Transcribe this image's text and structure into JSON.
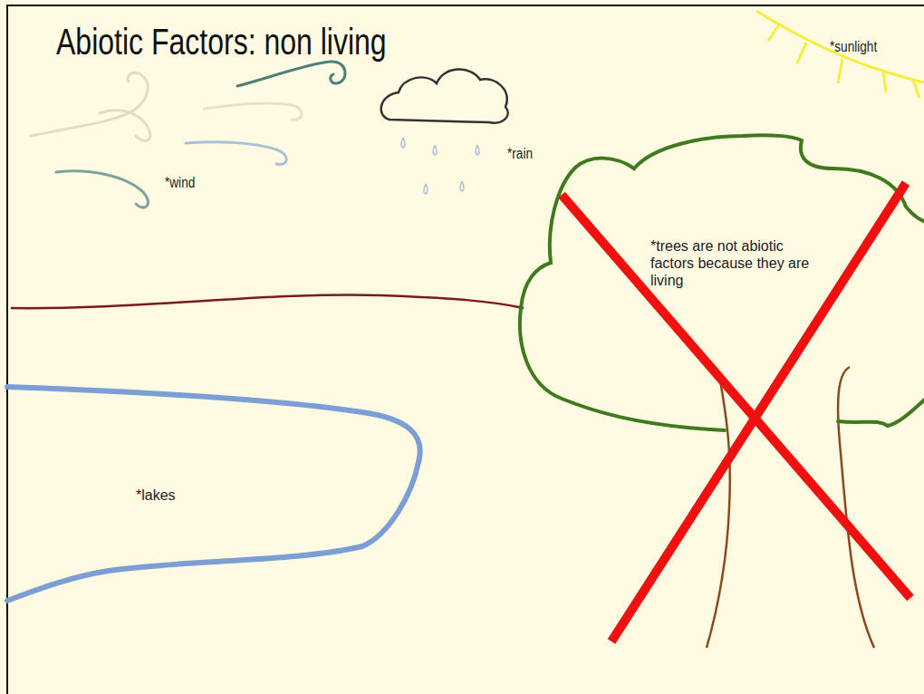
{
  "diagram": {
    "title": "Abiotic Factors: non living",
    "nodes": [
      {
        "text": [
          "*lakes"
        ]
      },
      {
        "text": [
          "*trees are not abiotic factors because they are living"
        ]
      }
    ],
    "labels": [
      "*wind",
      "*rain",
      "*sunlight"
    ]
  }
}
